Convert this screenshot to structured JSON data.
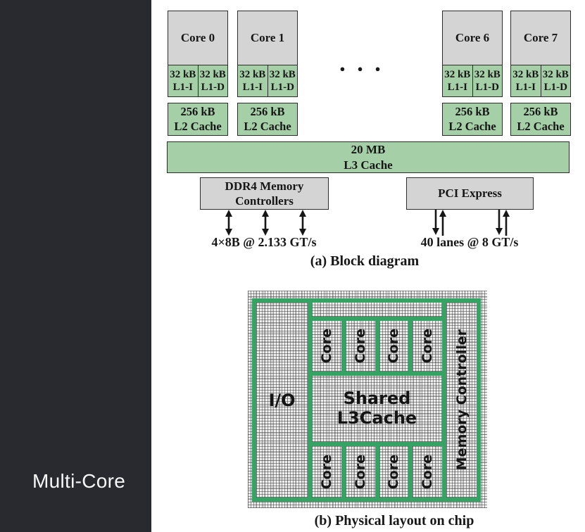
{
  "sidebar": {
    "title": "Multi-Core"
  },
  "colors": {
    "sidebar_bg": "#282a30",
    "cache_green": "#a5cfa7",
    "block_gray": "#d4d4d4",
    "chip_line_green": "#35a364",
    "border_dark": "#2b2b2b"
  },
  "block_diagram": {
    "caption": "(a) Block diagram",
    "ellipsis": "● ● ●",
    "core_groups": [
      {
        "core": "Core 0",
        "l1i_line1": "32 kB",
        "l1i_line2": "L1-I",
        "l1d_line1": "32 kB",
        "l1d_line2": "L1-D",
        "l2_line1": "256 kB",
        "l2_line2": "L2 Cache"
      },
      {
        "core": "Core 1",
        "l1i_line1": "32 kB",
        "l1i_line2": "L1-I",
        "l1d_line1": "32 kB",
        "l1d_line2": "L1-D",
        "l2_line1": "256 kB",
        "l2_line2": "L2 Cache"
      },
      {
        "core": "Core 6",
        "l1i_line1": "32 kB",
        "l1i_line2": "L1-I",
        "l1d_line1": "32 kB",
        "l1d_line2": "L1-D",
        "l2_line1": "256 kB",
        "l2_line2": "L2 Cache"
      },
      {
        "core": "Core 7",
        "l1i_line1": "32 kB",
        "l1i_line2": "L1-I",
        "l1d_line1": "32 kB",
        "l1d_line2": "L1-D",
        "l2_line1": "256 kB",
        "l2_line2": "L2 Cache"
      }
    ],
    "l3_line1": "20 MB",
    "l3_line2": "L3 Cache",
    "ddr4_line1": "DDR4 Memory",
    "ddr4_line2": "Controllers",
    "pcie_label": "PCI Express",
    "ddr4_bus_label": "4×8B @ 2.133 GT/s",
    "pcie_bus_label": "40 lanes @ 8 GT/s"
  },
  "physical_layout": {
    "caption": "(b) Physical layout on chip",
    "io_label": "I/O",
    "core_label": "Core",
    "l3_line1": "Shared",
    "l3_line2": "L3Cache",
    "memory_controller_label": "Memory Controller"
  }
}
